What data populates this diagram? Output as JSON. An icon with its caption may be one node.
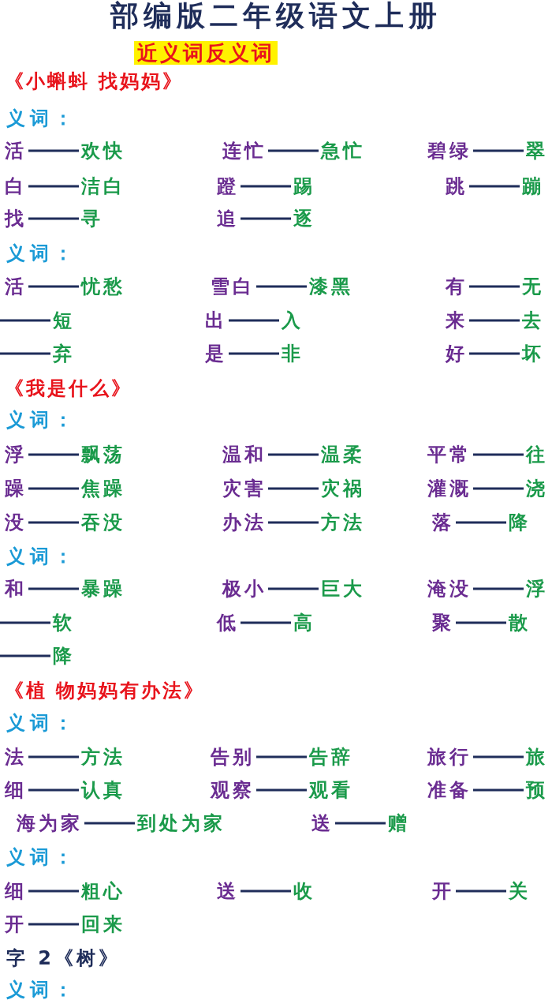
{
  "diagram": {
    "title": "部编版二年级语文上册",
    "nodes": [
      {
        "text": [
          "活"
        ]
      },
      {
        "text": [
          "欢快"
        ]
      },
      {
        "text": [
          "连忙"
        ]
      },
      {
        "text": [
          "急忙"
        ]
      },
      {
        "text": [
          "碧绿"
        ]
      },
      {
        "text": [
          "翠"
        ]
      },
      {
        "text": [
          "白"
        ]
      },
      {
        "text": [
          "洁白"
        ]
      },
      {
        "text": [
          "蹬"
        ]
      },
      {
        "text": [
          "踢"
        ]
      },
      {
        "text": [
          "跳"
        ]
      },
      {
        "text": [
          "蹦"
        ]
      },
      {
        "text": [
          "找"
        ]
      },
      {
        "text": [
          "寻"
        ]
      },
      {
        "text": [
          "追"
        ]
      },
      {
        "text": [
          "逐"
        ]
      },
      {
        "text": [
          "活"
        ]
      },
      {
        "text": [
          "忧愁"
        ]
      },
      {
        "text": [
          "雪白"
        ]
      },
      {
        "text": [
          "漆黑"
        ]
      },
      {
        "text": [
          "有"
        ]
      },
      {
        "text": [
          "无"
        ]
      },
      {
        "text": [
          "短"
        ]
      },
      {
        "text": [
          "出"
        ]
      },
      {
        "text": [
          "入"
        ]
      },
      {
        "text": [
          "来"
        ]
      },
      {
        "text": [
          "去"
        ]
      },
      {
        "text": [
          "弃"
        ]
      },
      {
        "text": [
          "是"
        ]
      },
      {
        "text": [
          "非"
        ]
      },
      {
        "text": [
          "好"
        ]
      },
      {
        "text": [
          "坏"
        ]
      },
      {
        "text": [
          "浮"
        ]
      },
      {
        "text": [
          "飘荡"
        ]
      },
      {
        "text": [
          "温和"
        ]
      },
      {
        "text": [
          "温柔"
        ]
      },
      {
        "text": [
          "平常"
        ]
      },
      {
        "text": [
          "往"
        ]
      },
      {
        "text": [
          "躁"
        ]
      },
      {
        "text": [
          "焦躁"
        ]
      },
      {
        "text": [
          "灾害"
        ]
      },
      {
        "text": [
          "灾祸"
        ]
      },
      {
        "text": [
          "灌溉"
        ]
      },
      {
        "text": [
          "浇"
        ]
      },
      {
        "text": [
          "没"
        ]
      },
      {
        "text": [
          "吞没"
        ]
      },
      {
        "text": [
          "办法"
        ]
      },
      {
        "text": [
          "方法"
        ]
      },
      {
        "text": [
          "落"
        ]
      },
      {
        "text": [
          "降"
        ]
      },
      {
        "text": [
          "和"
        ]
      },
      {
        "text": [
          "暴躁"
        ]
      },
      {
        "text": [
          "极小"
        ]
      },
      {
        "text": [
          "巨大"
        ]
      },
      {
        "text": [
          "淹没"
        ]
      },
      {
        "text": [
          "浮"
        ]
      },
      {
        "text": [
          "软"
        ]
      },
      {
        "text": [
          "低"
        ]
      },
      {
        "text": [
          "高"
        ]
      },
      {
        "text": [
          "聚"
        ]
      },
      {
        "text": [
          "散"
        ]
      },
      {
        "text": [
          "降"
        ]
      },
      {
        "text": [
          "法"
        ]
      },
      {
        "text": [
          "方法"
        ]
      },
      {
        "text": [
          "告别"
        ]
      },
      {
        "text": [
          "告辞"
        ]
      },
      {
        "text": [
          "旅行"
        ]
      },
      {
        "text": [
          "旅"
        ]
      },
      {
        "text": [
          "细"
        ]
      },
      {
        "text": [
          "认真"
        ]
      },
      {
        "text": [
          "观察"
        ]
      },
      {
        "text": [
          "观看"
        ]
      },
      {
        "text": [
          "准备"
        ]
      },
      {
        "text": [
          "预"
        ]
      },
      {
        "text": [
          "海为家"
        ]
      },
      {
        "text": [
          "到处为家"
        ]
      },
      {
        "text": [
          "送"
        ]
      },
      {
        "text": [
          "赠"
        ]
      },
      {
        "text": [
          "细"
        ]
      },
      {
        "text": [
          "粗心"
        ]
      },
      {
        "text": [
          "送"
        ]
      },
      {
        "text": [
          "收"
        ]
      },
      {
        "text": [
          "开"
        ]
      },
      {
        "text": [
          "关"
        ]
      },
      {
        "text": [
          "开"
        ]
      },
      {
        "text": [
          "回来"
        ]
      }
    ],
    "edges": [
      {
        "from": 0,
        "to": 1,
        "arrow": "none"
      },
      {
        "from": 2,
        "to": 3,
        "arrow": "none"
      },
      {
        "from": 4,
        "to": 5,
        "arrow": "none"
      },
      {
        "from": 6,
        "to": 7,
        "arrow": "none"
      },
      {
        "from": 8,
        "to": 9,
        "arrow": "none"
      },
      {
        "from": 10,
        "to": 11,
        "arrow": "none"
      },
      {
        "from": 12,
        "to": 13,
        "arrow": "none"
      },
      {
        "from": 14,
        "to": 15,
        "arrow": "none"
      },
      {
        "from": 16,
        "to": 17,
        "arrow": "none"
      },
      {
        "from": 18,
        "to": 19,
        "arrow": "none"
      },
      {
        "from": 20,
        "to": 21,
        "arrow": "none"
      },
      {
        "from": null,
        "to": 22,
        "arrow": "none"
      },
      {
        "from": 23,
        "to": 24,
        "arrow": "none"
      },
      {
        "from": 25,
        "to": 26,
        "arrow": "none"
      },
      {
        "from": null,
        "to": 27,
        "arrow": "none"
      },
      {
        "from": 28,
        "to": 29,
        "arrow": "none"
      },
      {
        "from": 30,
        "to": 31,
        "arrow": "none"
      },
      {
        "from": 32,
        "to": 33,
        "arrow": "none"
      },
      {
        "from": 34,
        "to": 35,
        "arrow": "none"
      },
      {
        "from": 36,
        "to": 37,
        "arrow": "none"
      },
      {
        "from": 38,
        "to": 39,
        "arrow": "none"
      },
      {
        "from": 40,
        "to": 41,
        "arrow": "none"
      },
      {
        "from": 42,
        "to": 43,
        "arrow": "none"
      },
      {
        "from": 44,
        "to": 45,
        "arrow": "none"
      },
      {
        "from": 46,
        "to": 47,
        "arrow": "none"
      },
      {
        "from": 48,
        "to": 49,
        "arrow": "none"
      },
      {
        "from": 50,
        "to": 51,
        "arrow": "none"
      },
      {
        "from": 52,
        "to": 53,
        "arrow": "none"
      },
      {
        "from": 54,
        "to": 55,
        "arrow": "none"
      },
      {
        "from": null,
        "to": 56,
        "arrow": "none"
      },
      {
        "from": 57,
        "to": 58,
        "arrow": "none"
      },
      {
        "from": 59,
        "to": 60,
        "arrow": "none"
      },
      {
        "from": null,
        "to": 61,
        "arrow": "none"
      },
      {
        "from": 62,
        "to": 63,
        "arrow": "none"
      },
      {
        "from": 64,
        "to": 65,
        "arrow": "none"
      },
      {
        "from": 66,
        "to": 67,
        "arrow": "none"
      },
      {
        "from": 68,
        "to": 69,
        "arrow": "none"
      },
      {
        "from": 70,
        "to": 71,
        "arrow": "none"
      },
      {
        "from": 72,
        "to": 73,
        "arrow": "none"
      },
      {
        "from": 74,
        "to": 75,
        "arrow": "none"
      },
      {
        "from": 76,
        "to": 77,
        "arrow": "none"
      },
      {
        "from": 78,
        "to": 79,
        "arrow": "none"
      },
      {
        "from": 80,
        "to": 81,
        "arrow": "none"
      },
      {
        "from": 82,
        "to": 83,
        "arrow": "none"
      },
      {
        "from": 84,
        "to": 85,
        "arrow": "none"
      }
    ],
    "labels": [
      "近义词反义词",
      "《小蝌蚪 找妈妈》",
      "义词：",
      "义词：",
      "《我是什么》",
      "义词：",
      "义词：",
      "《植 物妈妈有办法》",
      "义词：",
      "义词：",
      "字 2《树》",
      "义词："
    ]
  }
}
